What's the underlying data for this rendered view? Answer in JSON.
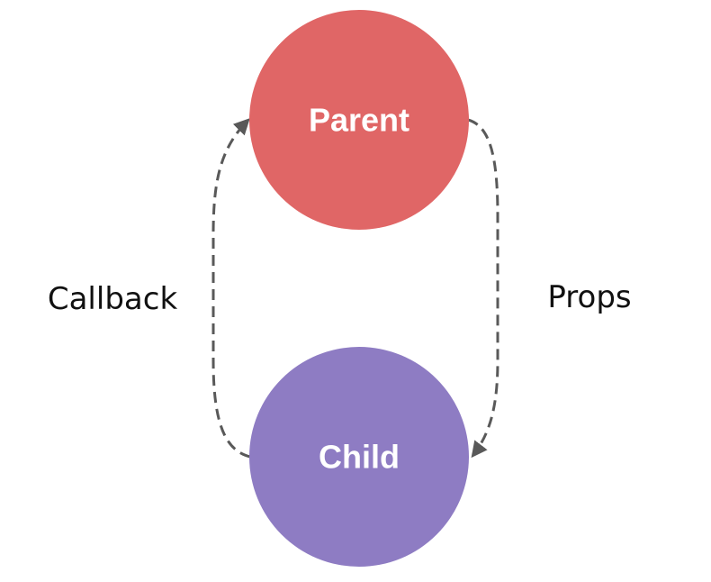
{
  "nodes": {
    "parent": {
      "label": "Parent",
      "color": "#e06666"
    },
    "child": {
      "label": "Child",
      "color": "#8e7cc3"
    }
  },
  "edges": {
    "props": {
      "label": "Props",
      "from": "Parent",
      "to": "Child"
    },
    "callback": {
      "label": "Callback",
      "from": "Child",
      "to": "Parent"
    }
  },
  "colors": {
    "edge": "#595959",
    "text": "#111111",
    "background": "#ffffff"
  }
}
